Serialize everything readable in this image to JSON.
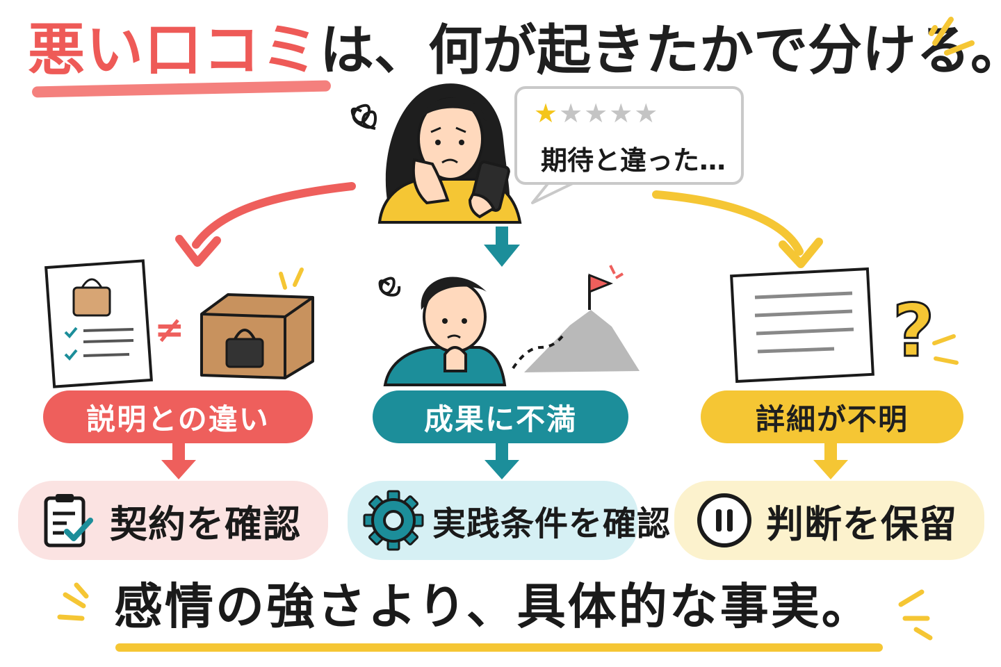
{
  "title": {
    "highlight": "悪い口コミ",
    "rest": "は、何が起きたかで分ける。"
  },
  "review_bubble": {
    "rating": 1,
    "max_rating": 5,
    "text": "期待と違った…"
  },
  "branches": [
    {
      "label": "説明との違い",
      "action": "契約を確認",
      "color": "#ee5f5c"
    },
    {
      "label": "成果に不満",
      "action": "実践条件を確認",
      "color": "#1c8e9a"
    },
    {
      "label": "詳細が不明",
      "action": "判断を保留",
      "color": "#f5c634"
    }
  ],
  "icons": {
    "top_person": "worried-woman-with-phone",
    "branch1": "description-vs-box-icon",
    "branch2": "worried-man-mountain-icon",
    "branch3": "document-question-icon",
    "action1": "clipboard-check-icon",
    "action2": "gear-icon",
    "action3": "pause-icon"
  },
  "conclusion": "感情の強さより、具体的な事実。"
}
